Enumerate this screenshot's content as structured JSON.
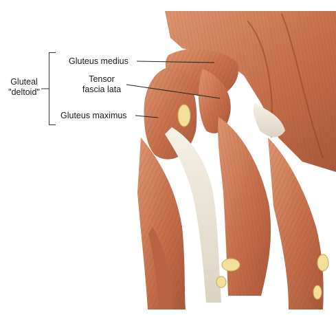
{
  "labels": {
    "group": [
      "Gluteal",
      "\"deltoid\""
    ],
    "gluteus_medius": "Gluteus medius",
    "tensor": [
      "Tensor",
      "fascia lata"
    ],
    "gluteus_maximus": "Gluteus maximus"
  },
  "colors": {
    "muscle": "#c9744f",
    "muscle_dark": "#9e4a2c",
    "muscle_light": "#e1a07d",
    "tendon": "#eee6d6",
    "bone": "#f1df9a"
  }
}
